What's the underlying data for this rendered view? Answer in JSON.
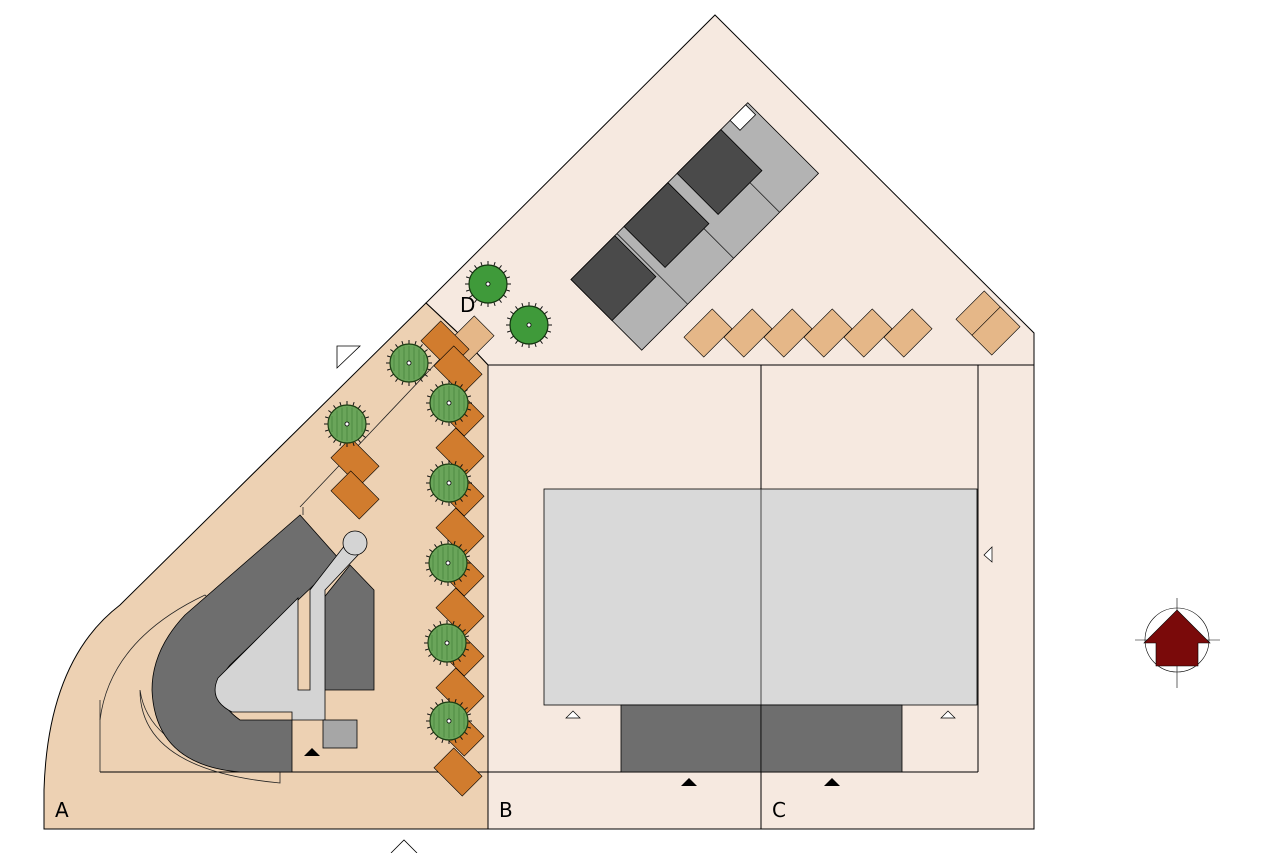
{
  "plots": {
    "a": "A",
    "b": "B",
    "c": "C",
    "d": "D"
  },
  "colors": {
    "plot_light": "#f6e9e0",
    "plot_warm": "#edd1b3",
    "parking_tan": "#e5b788",
    "parking_orange": "#d17c2e",
    "building_dark": "#6e6e6e",
    "building_darker": "#4a4a4a",
    "building_mid": "#b3b3b3",
    "building_light": "#d9d9d9",
    "path_light": "#d4d4d4",
    "tree_green": "#6aa55a",
    "north_arrow": "#7a0a0a"
  },
  "icons": {
    "north_arrow": "north-arrow-icon",
    "entrance": "entrance-triangle-icon",
    "tree": "tree-icon"
  }
}
